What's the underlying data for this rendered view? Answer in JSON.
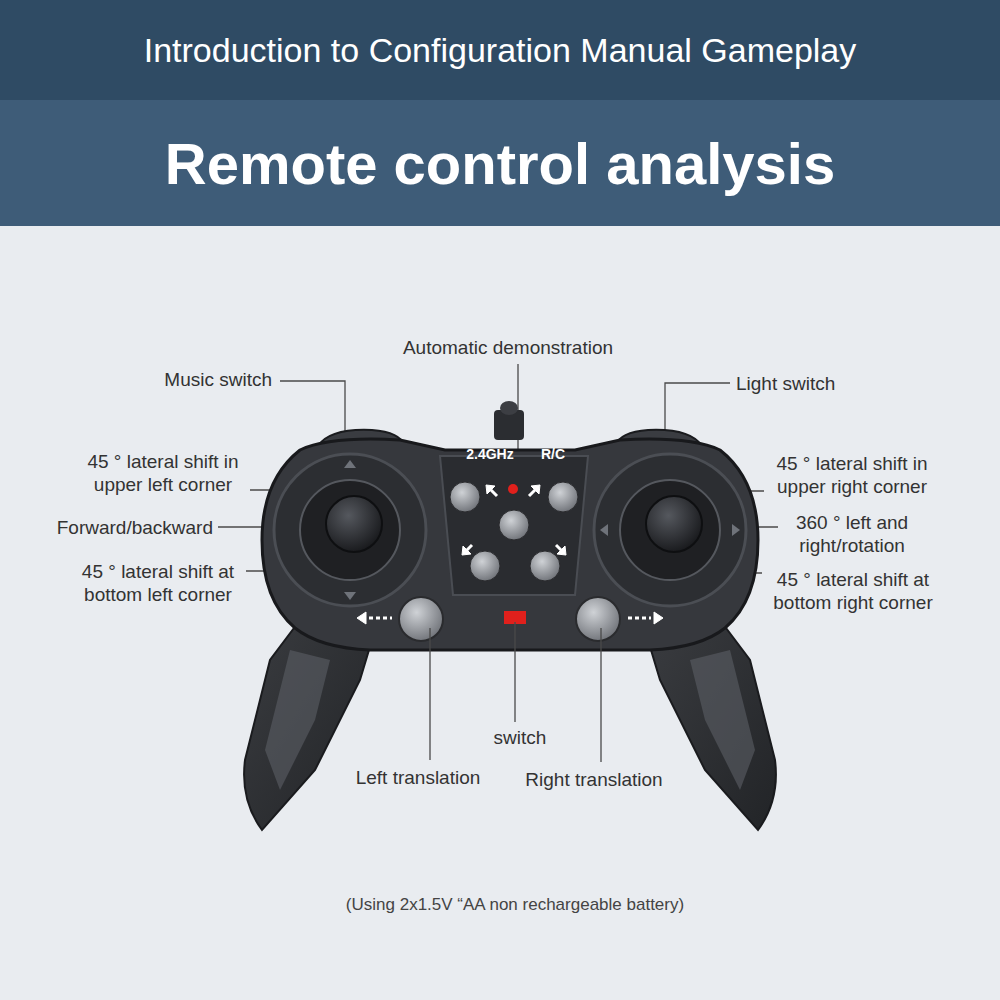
{
  "diagram": {
    "caption": "(Using 2x1.5V “AA non rechargeable battery)",
    "nodes": [
      {
        "text": [
          "Introduction to Configuration Manual Gameplay"
        ]
      },
      {
        "text": [
          "Remote control analysis"
        ]
      }
    ],
    "labels": [
      "Automatic demonstration",
      "Music switch",
      "Light switch",
      "45 ° lateral shift in upper left corner",
      "45 ° lateral shift in upper right corner",
      "Forward/backward",
      "360 ° left and right/rotation",
      "45 ° lateral shift at bottom left corner",
      "45 ° lateral shift at bottom right corner",
      "2.4GHz",
      "R/C",
      "switch",
      "Left translation",
      "Right translation"
    ]
  }
}
